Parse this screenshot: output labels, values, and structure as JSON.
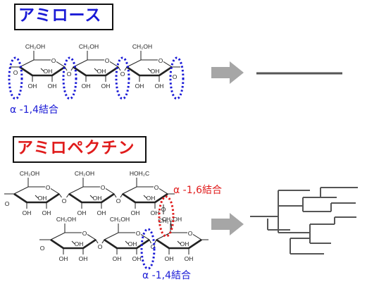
{
  "amylose": {
    "title": "アミロース",
    "title_color": "#1a1ad6",
    "bond_label": "α -1,4結合",
    "bond_color": "#1a1ad6"
  },
  "amylopectin": {
    "title": "アミロペクチン",
    "title_color": "#e01b1b",
    "branch_bond_label": "α -1,6結合",
    "branch_bond_color": "#e01b1b",
    "chain_bond_label": "α -1,4結合",
    "chain_bond_color": "#1a1ad6"
  },
  "glucose_labels": {
    "ch2oh": "CH₂OH",
    "hoh2c": "HOH₂C",
    "oh": "OH",
    "o": "O",
    "ch2": "CH₂"
  },
  "colors": {
    "arrow": "#a6a6a6",
    "ring_line": "#222222",
    "linear_product": "#555555",
    "branched_product": "#555555"
  },
  "icons": {
    "amylose_arrow": "right-arrow-icon",
    "amylopectin_arrow": "right-arrow-icon"
  }
}
